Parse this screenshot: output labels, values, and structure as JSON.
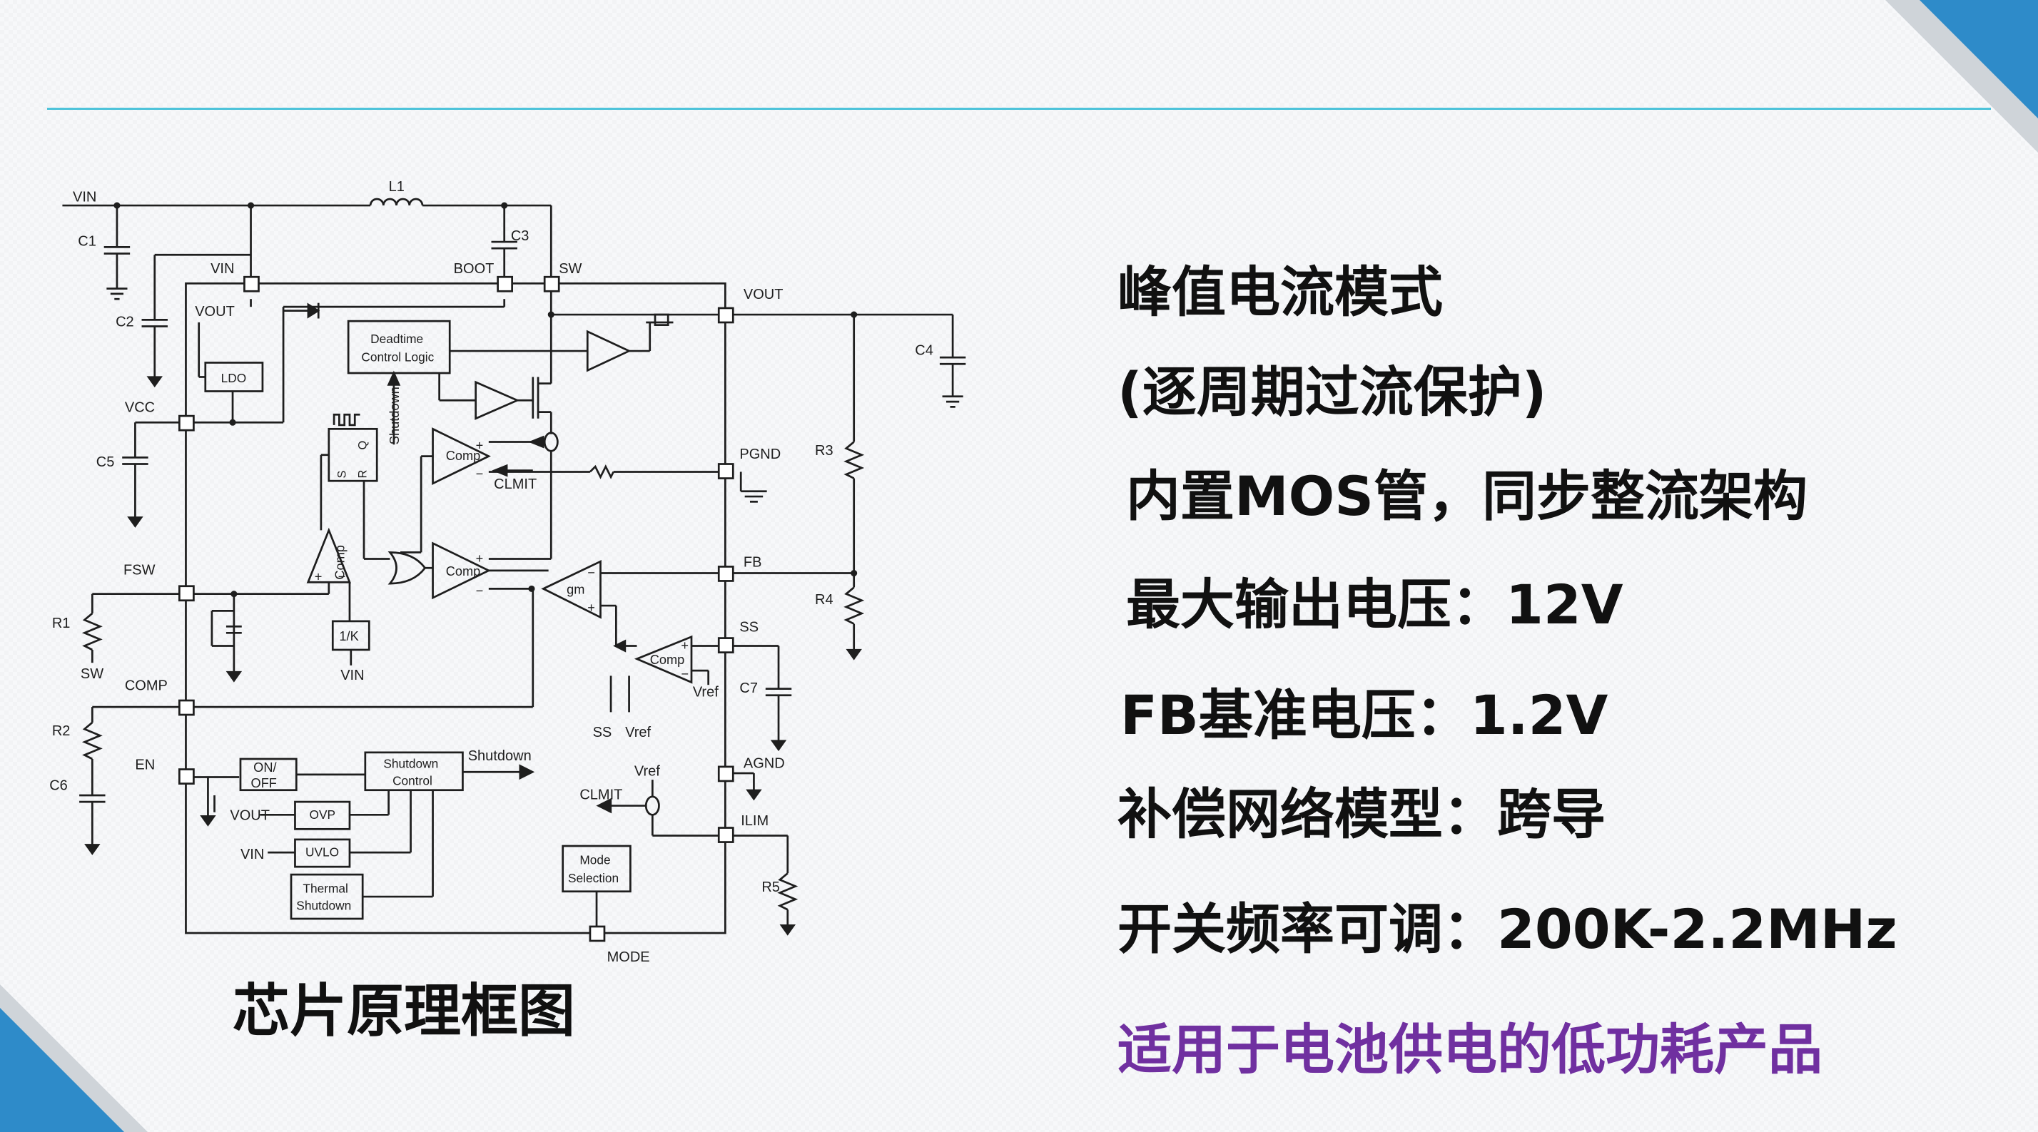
{
  "colors": {
    "accent": "#2e8bc9",
    "rule": "#4ec3da",
    "highlight": "#7030a0"
  },
  "diagram": {
    "caption": "芯片原理框图",
    "labels": {
      "vin_top": "VIN",
      "l1": "L1",
      "c1": "C1",
      "c2": "C2",
      "c3": "C3",
      "c4": "C4",
      "c5": "C5",
      "c6": "C6",
      "c7": "C7",
      "vin_pin": "VIN",
      "boot": "BOOT",
      "sw_pin": "SW",
      "vout_pin": "VOUT",
      "vout_ldo": "VOUT",
      "ldo": "LDO",
      "deadtime_1": "Deadtime",
      "deadtime_2": "Control Logic",
      "shutdown_v": "Shutdown",
      "vcc": "VCC",
      "r3": "R3",
      "pgnd": "PGND",
      "comp_top": "Comp",
      "clmit_1": "CLMIT",
      "s": "S",
      "r": "R",
      "q": "Q",
      "fsw": "FSW",
      "comp_v": "Comp",
      "comp_mid": "Comp",
      "gm": "gm",
      "fb": "FB",
      "r1": "R1",
      "r4": "R4",
      "sw_r1": "SW",
      "k": "1/K",
      "vin_k": "VIN",
      "ss_pin": "SS",
      "comp_ss": "Comp",
      "vref_ss": "Vref",
      "comp_pin": "COMP",
      "ss_bottom": "SS",
      "vref_bottom": "Vref",
      "r2": "R2",
      "en": "EN",
      "agnd": "AGND",
      "onoff_1": "ON/",
      "onoff_2": "OFF",
      "sd_1": "Shutdown",
      "sd_2": "Control",
      "shutdown_out": "Shutdown",
      "vref_ilim": "Vref",
      "clmit_2": "CLMIT",
      "ilim": "ILIM",
      "vout_ovp": "VOUT",
      "ovp": "OVP",
      "vin_uvlo": "VIN",
      "uvlo": "UVLO",
      "thermal_1": "Thermal",
      "thermal_2": "Shutdown",
      "mode_1": "Mode",
      "mode_2": "Selection",
      "r5": "R5",
      "mode_pin": "MODE",
      "plus": "+",
      "minus": "−"
    }
  },
  "features": [
    {
      "text": "峰值电流模式"
    },
    {
      "text": "(逐周期过流保护)"
    },
    {
      "text": "内置MOS管，同步整流架构"
    },
    {
      "text": "最大输出电压：12V"
    },
    {
      "text": "FB基准电压：1.2V"
    },
    {
      "text": "补偿网络模型：跨导"
    },
    {
      "text": "开关频率可调：200K-2.2MHz"
    },
    {
      "text": "适用于电池供电的低功耗产品"
    }
  ]
}
